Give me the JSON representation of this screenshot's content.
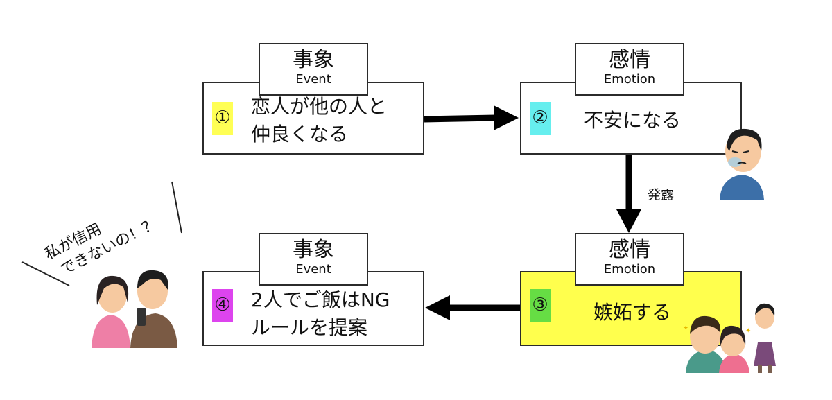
{
  "boxes": {
    "event1": {
      "title": "事象",
      "subtitle": "Event",
      "number": "①",
      "text_line1": "恋人が他の人と",
      "text_line2": "仲良くなる",
      "number_color": "#ffff55"
    },
    "emotion2": {
      "title": "感情",
      "subtitle": "Emotion",
      "number": "②",
      "text": "不安になる",
      "number_color": "#66eeee"
    },
    "emotion3": {
      "title": "感情",
      "subtitle": "Emotion",
      "number": "③",
      "text": "嫉妬する",
      "number_color": "#66dd44",
      "fill_color": "#ffff4d"
    },
    "event4": {
      "title": "事象",
      "subtitle": "Event",
      "number": "④",
      "text_line1": "2人でご飯はNG",
      "text_line2": "ルールを提案",
      "number_color": "#dd44ee"
    }
  },
  "arrow_label": "発露",
  "callout": {
    "line1": "私が信用",
    "line2": "できないの！？"
  }
}
